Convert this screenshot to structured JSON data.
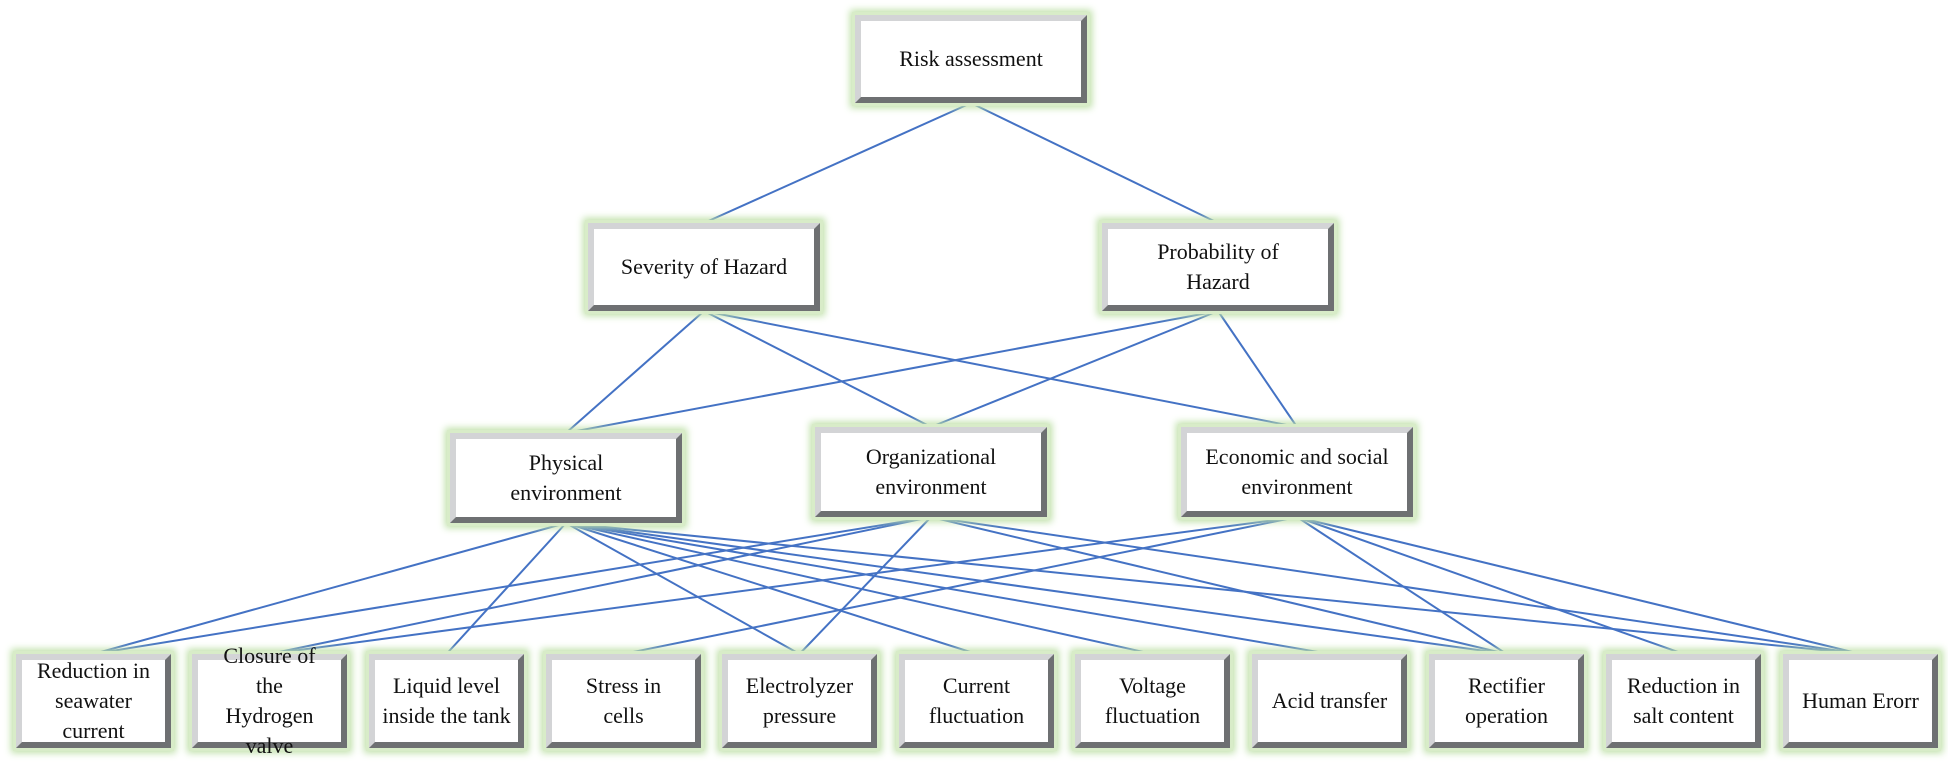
{
  "diagram": {
    "root": {
      "label": "Risk assessment"
    },
    "level1": [
      {
        "id": "severity",
        "label": "Severity of Hazard"
      },
      {
        "id": "probability",
        "label": "Probability of Hazard"
      }
    ],
    "level2": [
      {
        "id": "physical",
        "label": "Physical environment"
      },
      {
        "id": "organizational",
        "label": "Organizational environment"
      },
      {
        "id": "economic",
        "label": "Economic and social environment"
      }
    ],
    "leaves": [
      {
        "id": "seawater",
        "label": "Reduction in seawater current"
      },
      {
        "id": "hydrogen",
        "label": "Closure of the Hydrogen valve"
      },
      {
        "id": "liquid",
        "label": "Liquid level inside the tank"
      },
      {
        "id": "stress",
        "label": "Stress in cells"
      },
      {
        "id": "electrolyzer",
        "label": "Electrolyzer pressure"
      },
      {
        "id": "current",
        "label": "Current fluctuation"
      },
      {
        "id": "voltage",
        "label": "Voltage fluctuation"
      },
      {
        "id": "acid",
        "label": "Acid transfer"
      },
      {
        "id": "rectifier",
        "label": "Rectifier operation"
      },
      {
        "id": "salt",
        "label": "Reduction in salt content"
      },
      {
        "id": "human",
        "label": "Human Erorr"
      }
    ],
    "edges": [
      [
        "root",
        "severity"
      ],
      [
        "root",
        "probability"
      ],
      [
        "severity",
        "physical"
      ],
      [
        "severity",
        "organizational"
      ],
      [
        "severity",
        "economic"
      ],
      [
        "probability",
        "physical"
      ],
      [
        "probability",
        "organizational"
      ],
      [
        "probability",
        "economic"
      ],
      [
        "physical",
        "seawater"
      ],
      [
        "physical",
        "liquid"
      ],
      [
        "physical",
        "electrolyzer"
      ],
      [
        "physical",
        "current"
      ],
      [
        "physical",
        "voltage"
      ],
      [
        "physical",
        "acid"
      ],
      [
        "physical",
        "rectifier"
      ],
      [
        "physical",
        "human"
      ],
      [
        "organizational",
        "seawater"
      ],
      [
        "organizational",
        "hydrogen"
      ],
      [
        "organizational",
        "electrolyzer"
      ],
      [
        "organizational",
        "rectifier"
      ],
      [
        "organizational",
        "human"
      ],
      [
        "economic",
        "hydrogen"
      ],
      [
        "economic",
        "stress"
      ],
      [
        "economic",
        "rectifier"
      ],
      [
        "economic",
        "salt"
      ],
      [
        "economic",
        "human"
      ]
    ],
    "colors": {
      "line": "#4472c4",
      "glow": "#bfe0a8"
    }
  }
}
